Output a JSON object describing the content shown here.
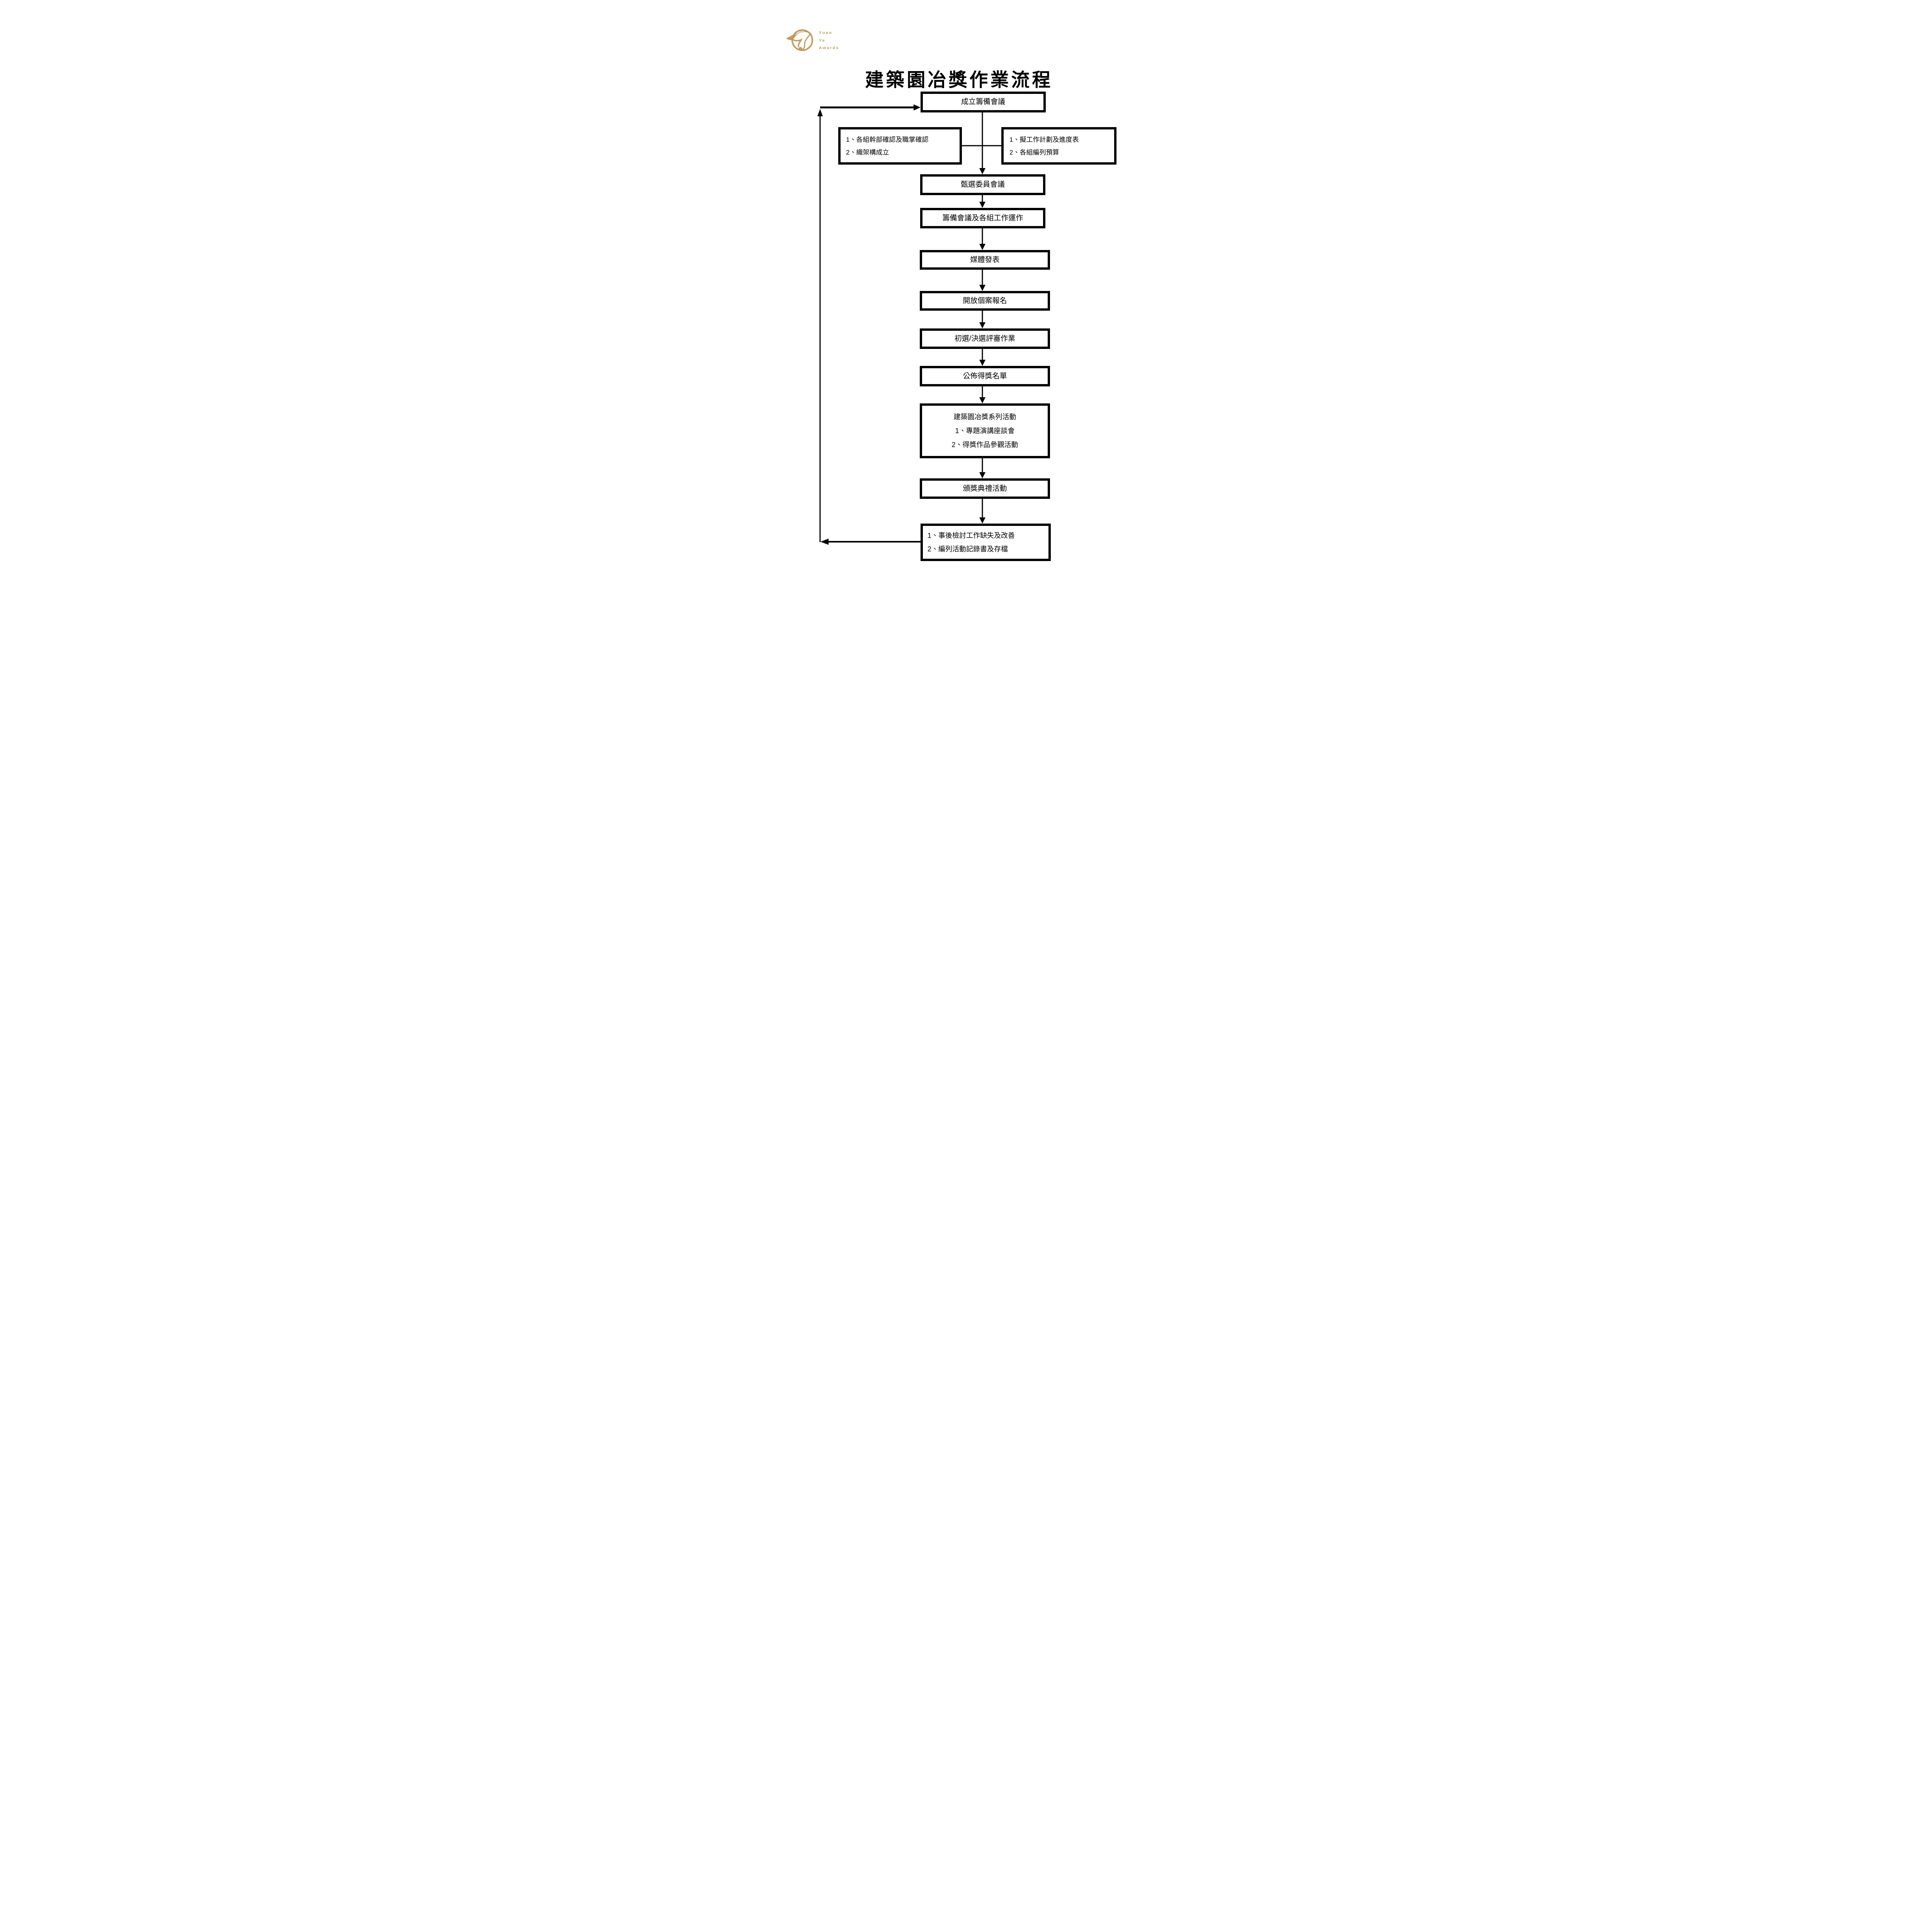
{
  "logo": {
    "icon": "yuan-ye-swallow-circle-logo",
    "color": "#C19A5F",
    "brand_lines": [
      "Yuan",
      "Ye",
      "Awards"
    ]
  },
  "title": "建築園冶獎作業流程",
  "flow": {
    "start_box": "成立籌備會議",
    "left_note": {
      "lines": [
        "1、各組幹部確認及職掌確認",
        "2、織架構成立"
      ]
    },
    "right_note": {
      "lines": [
        "1、擬工作計劃及進度表",
        "2、各組編列預算"
      ]
    },
    "steps": [
      "甄選委員會議",
      "籌備會議及各組工作運作",
      "媒體發表",
      "開放個案報名",
      "初選/決選評審作業",
      "公佈得獎名單"
    ],
    "series_box": {
      "lines": [
        "建築園冶獎系列活動",
        "1、專題演講座談會",
        "2、得獎作品參觀活動"
      ]
    },
    "award_box": "頒獎典禮活動",
    "review_box": {
      "lines": [
        "1、事後檢討工作缺失及改善",
        "2、編列活動記錄書及存檔"
      ]
    }
  },
  "colors": {
    "accent": "#C19A5F",
    "line": "#000000",
    "background": "#FFFFFF"
  }
}
